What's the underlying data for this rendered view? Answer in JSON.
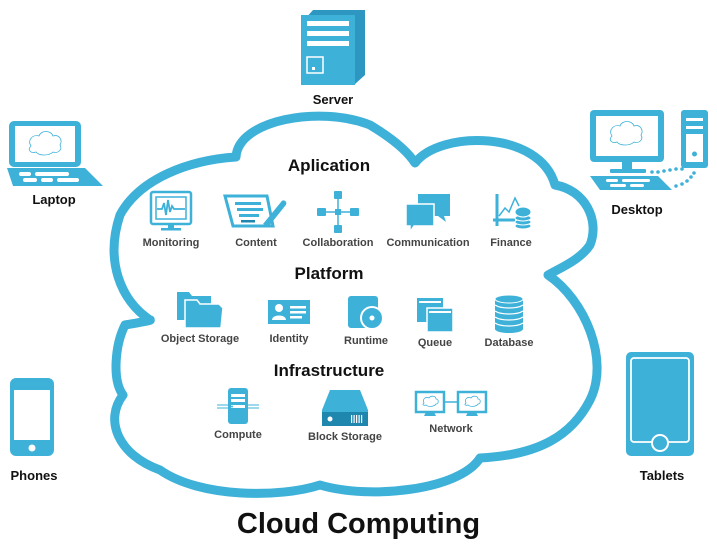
{
  "title": "Cloud Computing",
  "colors": {
    "accent": "#3eb1d9",
    "accent_dark": "#1f86ad",
    "text": "#111111",
    "label": "#444444"
  },
  "devices": {
    "server": {
      "label": "Server",
      "icon": "server-icon"
    },
    "laptop": {
      "label": "Laptop",
      "icon": "laptop-icon"
    },
    "desktop": {
      "label": "Desktop",
      "icon": "desktop-icon"
    },
    "phones": {
      "label": "Phones",
      "icon": "phone-icon"
    },
    "tablets": {
      "label": "Tablets",
      "icon": "tablet-icon"
    }
  },
  "sections": {
    "application": {
      "title": "Aplication",
      "items": [
        {
          "label": "Monitoring",
          "icon": "monitoring-icon"
        },
        {
          "label": "Content",
          "icon": "content-icon"
        },
        {
          "label": "Collaboration",
          "icon": "collaboration-icon"
        },
        {
          "label": "Communication",
          "icon": "communication-icon"
        },
        {
          "label": "Finance",
          "icon": "finance-icon"
        }
      ]
    },
    "platform": {
      "title": "Platform",
      "items": [
        {
          "label": "Object Storage",
          "icon": "folder-icon"
        },
        {
          "label": "Identity",
          "icon": "identity-icon"
        },
        {
          "label": "Runtime",
          "icon": "runtime-icon"
        },
        {
          "label": "Queue",
          "icon": "queue-icon"
        },
        {
          "label": "Database",
          "icon": "database-icon"
        }
      ]
    },
    "infrastructure": {
      "title": "Infrastructure",
      "items": [
        {
          "label": "Compute",
          "icon": "compute-icon"
        },
        {
          "label": "Block Storage",
          "icon": "block-storage-icon"
        },
        {
          "label": "Network",
          "icon": "network-icon"
        }
      ]
    }
  }
}
